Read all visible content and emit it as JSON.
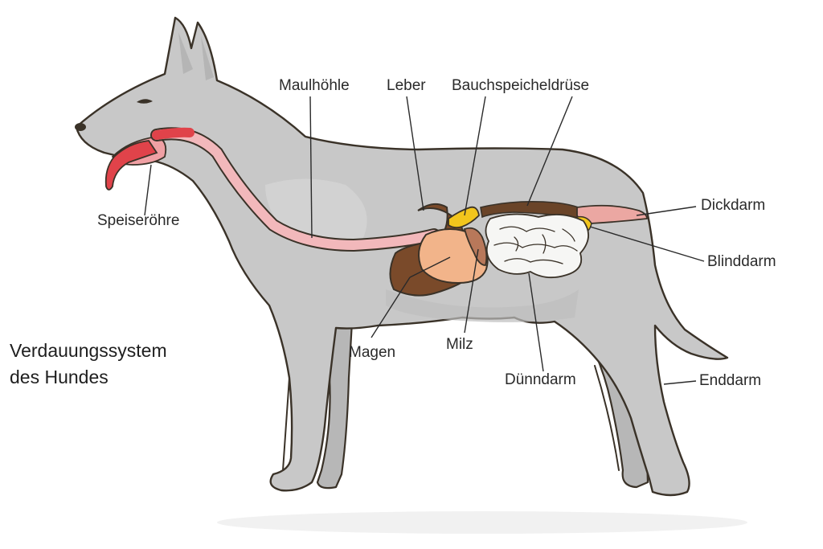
{
  "title": {
    "line1": "Verdauungssystem",
    "line2": "des Hundes"
  },
  "labels": {
    "maulhoehle": "Maulhöhle",
    "leber": "Leber",
    "bauchspeicheldruese": "Bauchspeicheldrüse",
    "speiseroehre": "Speiseröhre",
    "dickdarm": "Dickdarm",
    "blinddarm": "Blinddarm",
    "magen": "Magen",
    "milz": "Milz",
    "duenndarm": "Dünndarm",
    "enddarm": "Enddarm"
  },
  "colors": {
    "body": "#c8c8c8",
    "outline": "#3a3228",
    "esophagus": "#f2b8bb",
    "mouth": "#e0434a",
    "liver": "#7a4a2a",
    "stomach": "#f2b48a",
    "pancreas": "#f2c51c",
    "spleen": "#b8785a",
    "small_intestine": "#f6f6f4",
    "colon": "#eba7a2",
    "leader": "#2a2a2a"
  }
}
